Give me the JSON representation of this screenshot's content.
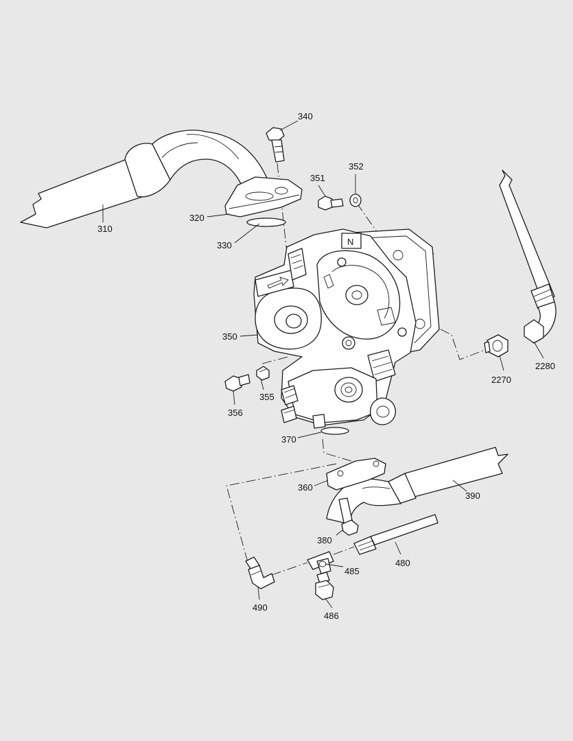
{
  "diagram": {
    "background": "#e8e8e8",
    "line_color": "#1a1a1a",
    "callouts": {
      "c310": "310",
      "c320": "320",
      "c330": "330",
      "c340": "340",
      "c350": "350",
      "c351": "351",
      "c352": "352",
      "c355": "355",
      "c356": "356",
      "c360": "360",
      "c370": "370",
      "c380": "380",
      "c390": "390",
      "c480": "480",
      "c485": "485",
      "c486": "486",
      "c490": "490",
      "c2270": "2270",
      "c2280": "2280"
    },
    "pump_marking": "N"
  }
}
